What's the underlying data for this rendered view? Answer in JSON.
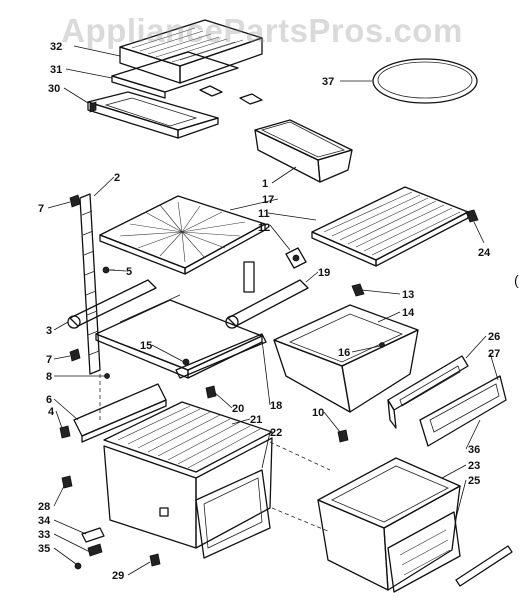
{
  "watermark": "AppliancePartsPros.com",
  "stray_mark": "(",
  "callouts": [
    "32",
    "31",
    "30",
    "37",
    "1",
    "17",
    "2",
    "11",
    "7",
    "12",
    "24",
    "5",
    "19",
    "13",
    "14",
    "3",
    "15",
    "16",
    "26",
    "27",
    "7",
    "8",
    "6",
    "20",
    "18",
    "10",
    "21",
    "22",
    "4",
    "23",
    "25",
    "36",
    "28",
    "34",
    "33",
    "35",
    "29"
  ]
}
